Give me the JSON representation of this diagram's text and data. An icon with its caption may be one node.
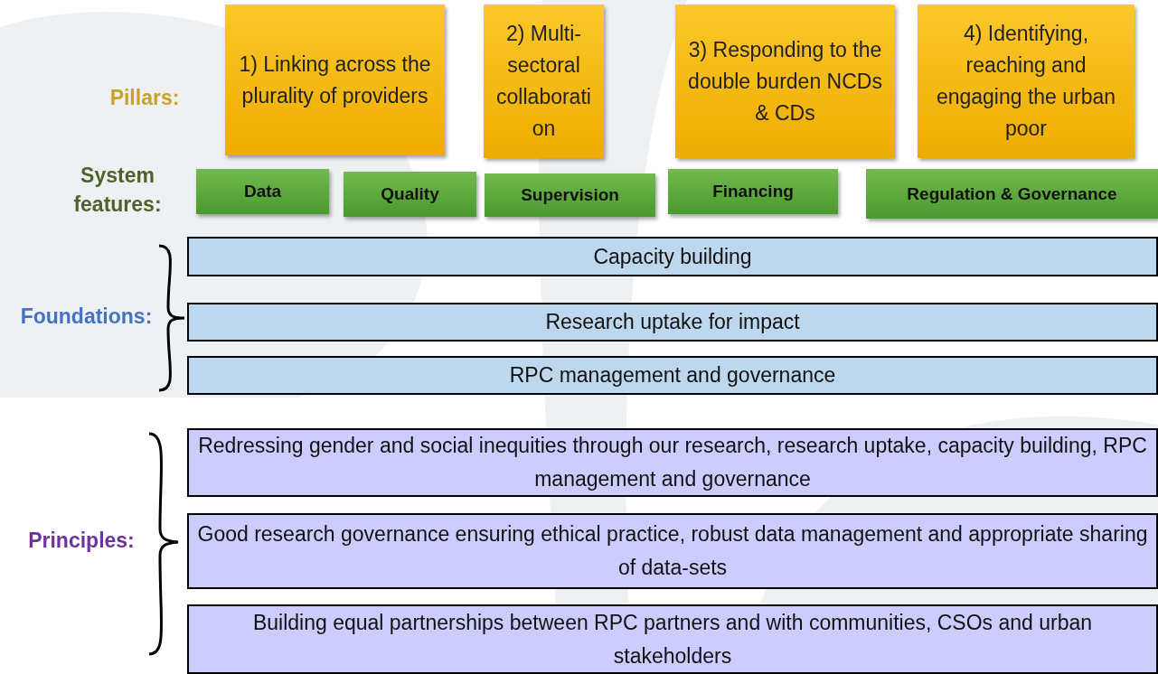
{
  "diagram": {
    "nodes": [
      {
        "text": [
          "1) Linking across the plurality of providers"
        ]
      },
      {
        "text": [
          "2) Multi-sectoral collaboration"
        ]
      },
      {
        "text": [
          "3) Responding to the double burden NCDs & CDs"
        ]
      },
      {
        "text": [
          "4) Identifying, reaching and engaging the urban poor"
        ]
      },
      {
        "text": [
          "Data"
        ]
      },
      {
        "text": [
          "Quality"
        ]
      },
      {
        "text": [
          "Supervision"
        ]
      },
      {
        "text": [
          "Financing"
        ]
      },
      {
        "text": [
          "Regulation & Governance"
        ]
      },
      {
        "text": [
          "Capacity building"
        ]
      },
      {
        "text": [
          "Research uptake for impact"
        ]
      },
      {
        "text": [
          "RPC management and governance"
        ]
      },
      {
        "text": [
          "Redressing gender and social inequities through our research, research uptake, capacity building, RPC management and governance"
        ]
      },
      {
        "text": [
          "Good research governance ensuring ethical practice, robust data management and appropriate sharing of data-sets"
        ]
      },
      {
        "text": [
          "Building equal partnerships between RPC partners and with communities, CSOs and urban stakeholders"
        ]
      }
    ],
    "labels": [
      "Pillars:",
      "System features:",
      "Foundations:",
      "Principles:"
    ]
  }
}
